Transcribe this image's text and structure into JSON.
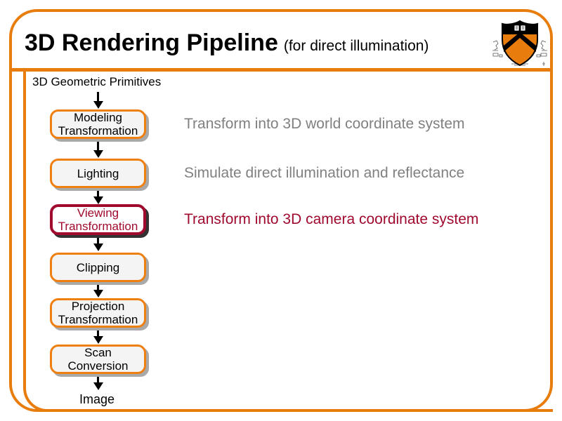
{
  "slide": {
    "title": "3D Rendering Pipeline",
    "subtitle": "(for direct illumination)"
  },
  "logo": {
    "icon": "princeton-shield-icon"
  },
  "colors": {
    "frame_orange": "#E87D0E",
    "box_border_orange": "#EE7F10",
    "highlight_dark_red": "#A00A2E",
    "annotation_gray": "#808080",
    "box_fill": "#F4F4F4",
    "box_shadow": "#A9A9A9"
  },
  "pipeline": {
    "source_label": "3D Geometric Primitives",
    "sink_label": "Image",
    "stages": [
      {
        "line1": "Modeling",
        "line2": "Transformation",
        "highlighted": false,
        "annotation": "Transform into 3D world coordinate system"
      },
      {
        "line1": "Lighting",
        "line2": "",
        "highlighted": false,
        "annotation": "Simulate direct illumination and reflectance"
      },
      {
        "line1": "Viewing",
        "line2": "Transformation",
        "highlighted": true,
        "annotation": "Transform into 3D camera coordinate system"
      },
      {
        "line1": "Clipping",
        "line2": "",
        "highlighted": false,
        "annotation": ""
      },
      {
        "line1": "Projection",
        "line2": "Transformation",
        "highlighted": false,
        "annotation": ""
      },
      {
        "line1": "Scan",
        "line2": "Conversion",
        "highlighted": false,
        "annotation": ""
      }
    ]
  }
}
